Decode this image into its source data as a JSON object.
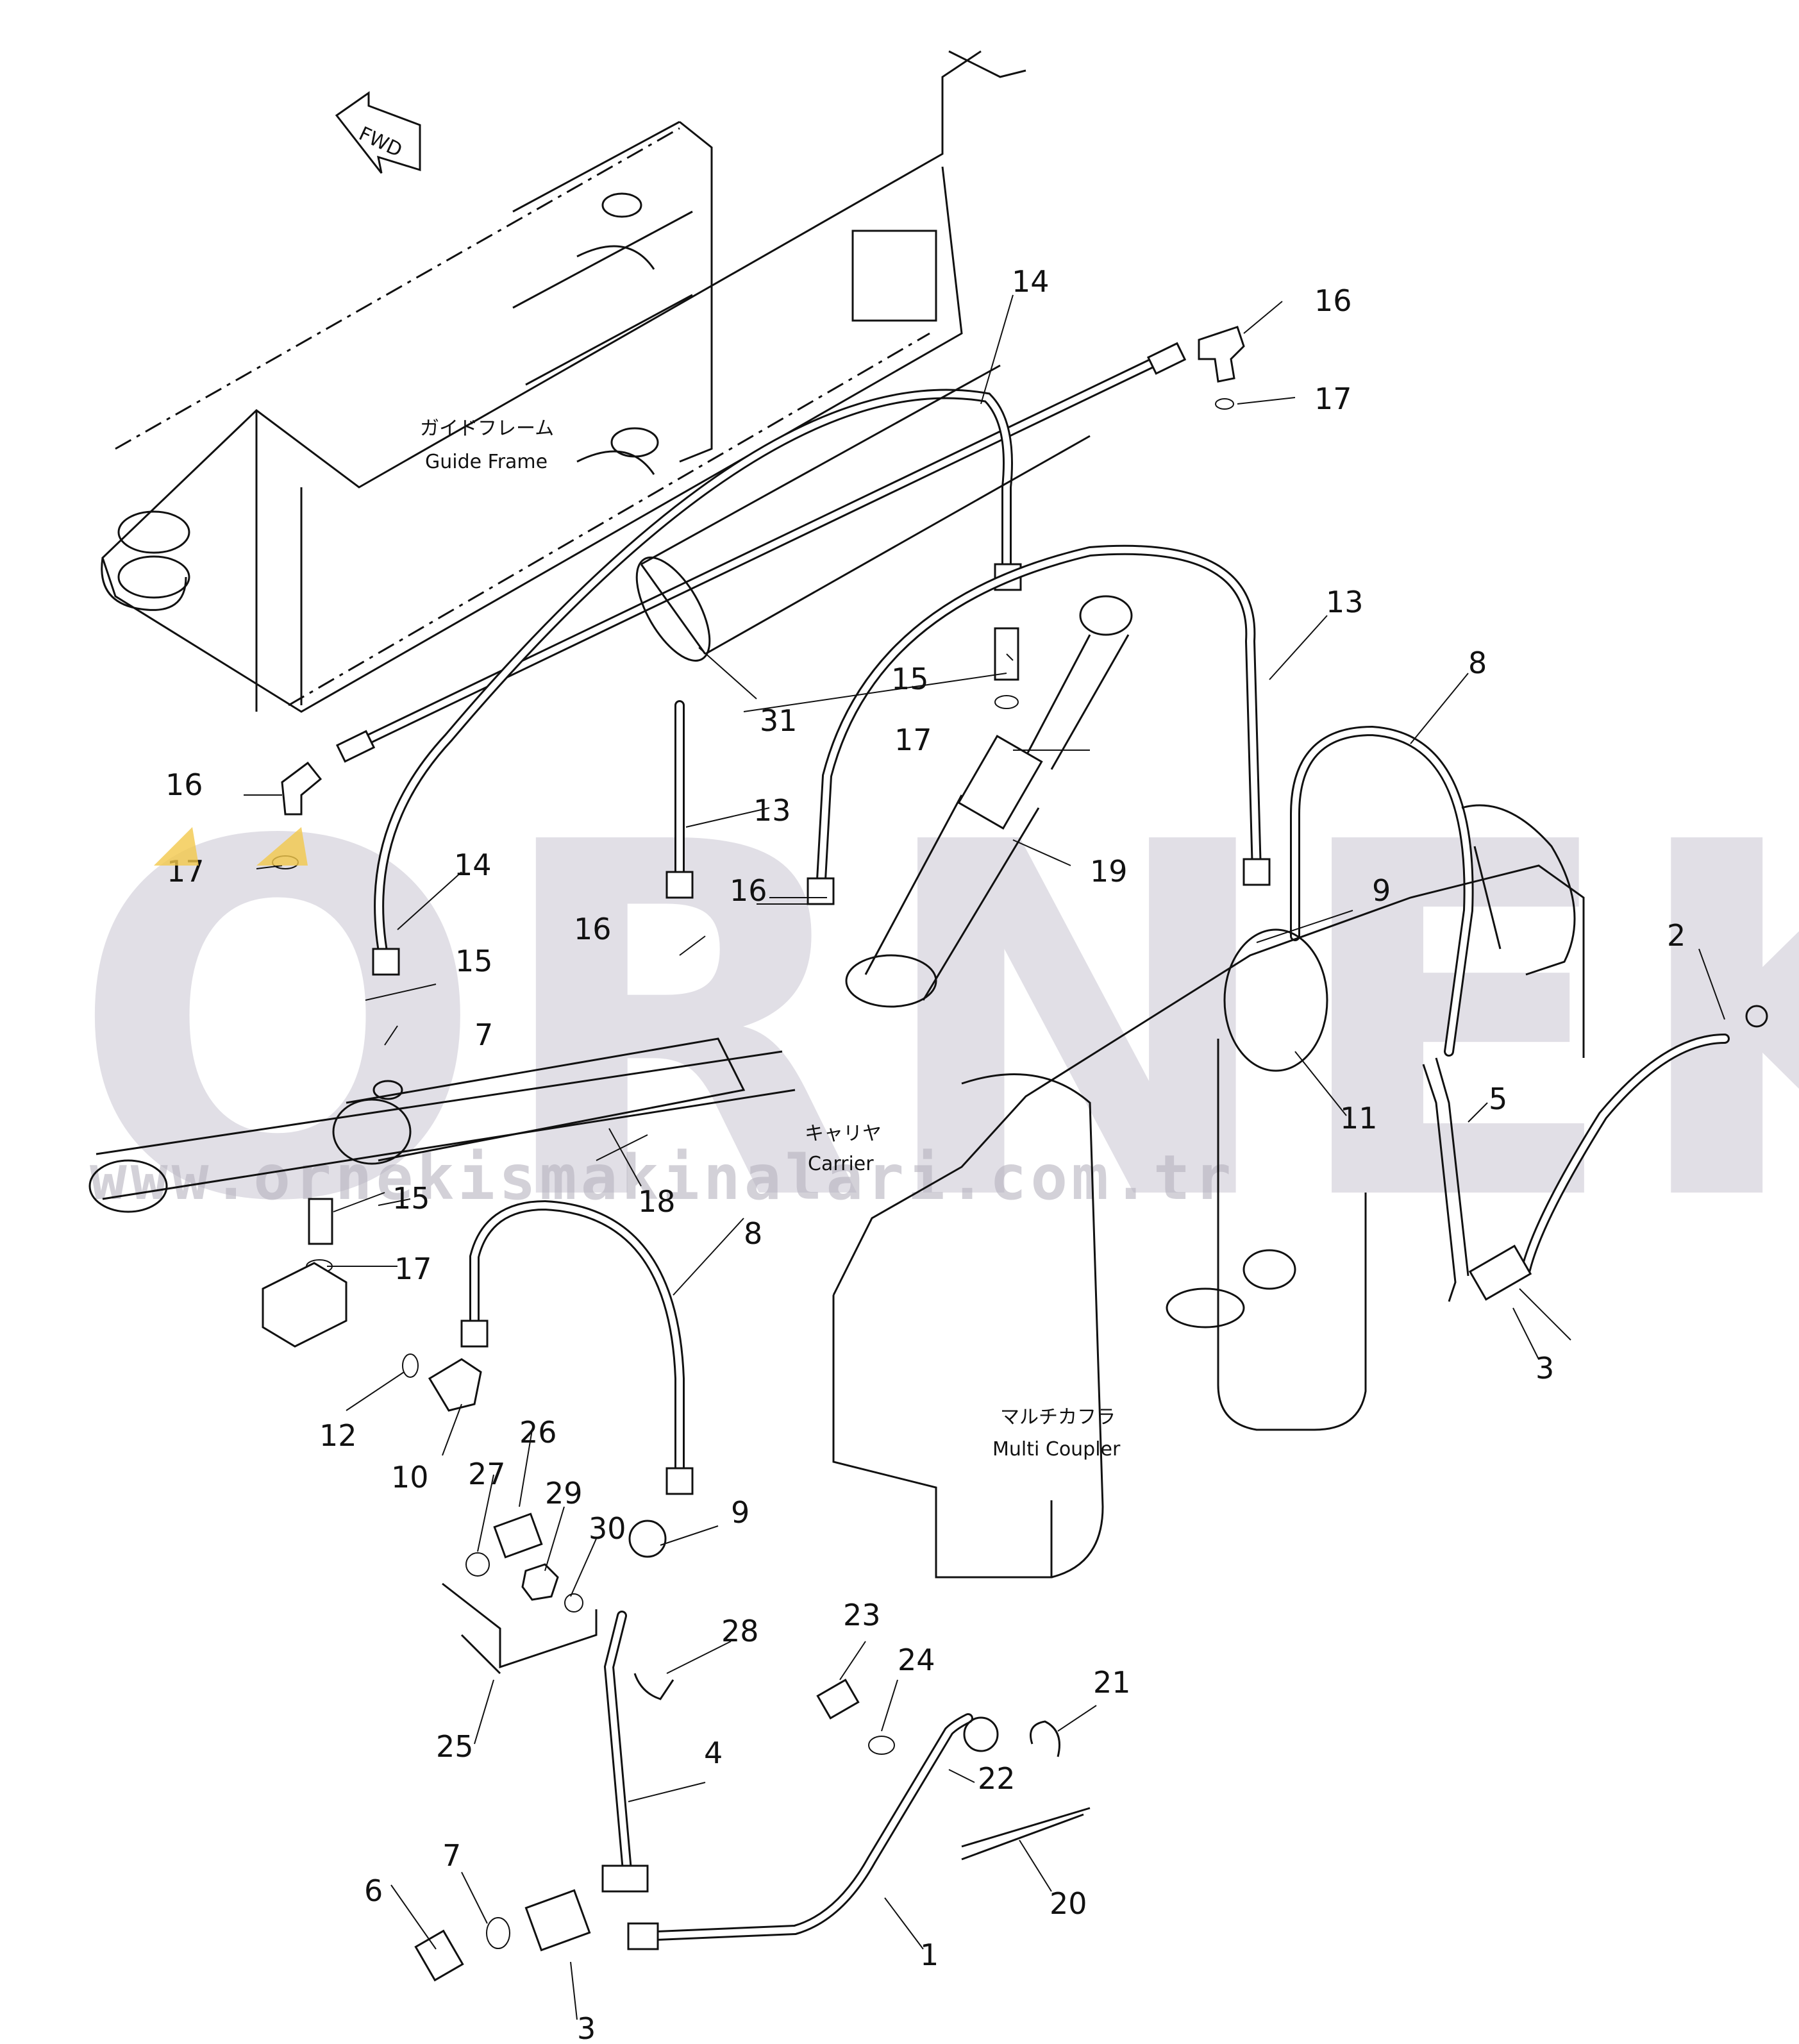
{
  "direction": {
    "fwd": "FWD"
  },
  "annotations": {
    "guide_frame_jp": "ガイドフレーム",
    "guide_frame_en": "Guide Frame",
    "carrier_jp": "キャリヤ",
    "carrier_en": "Carrier",
    "multi_coupler_jp": "マルチカフラ",
    "multi_coupler_en": "Multi Coupler"
  },
  "watermark": {
    "brand": "ORNEK",
    "url": "www.ornekismakinalari.com.tr"
  },
  "part_labels": [
    "14",
    "16",
    "17",
    "13",
    "8",
    "31",
    "15",
    "17",
    "16",
    "17",
    "13",
    "14",
    "19",
    "9",
    "16",
    "16",
    "15",
    "7",
    "2",
    "11",
    "5",
    "18",
    "15",
    "17",
    "8",
    "3",
    "12",
    "10",
    "26",
    "27",
    "29",
    "30",
    "9",
    "28",
    "25",
    "4",
    "23",
    "24",
    "21",
    "22",
    "20",
    "7",
    "6",
    "3",
    "1"
  ],
  "colors": {
    "ink": "#111111",
    "watermark": "#c9c6d2",
    "accent": "#f2c84b"
  }
}
